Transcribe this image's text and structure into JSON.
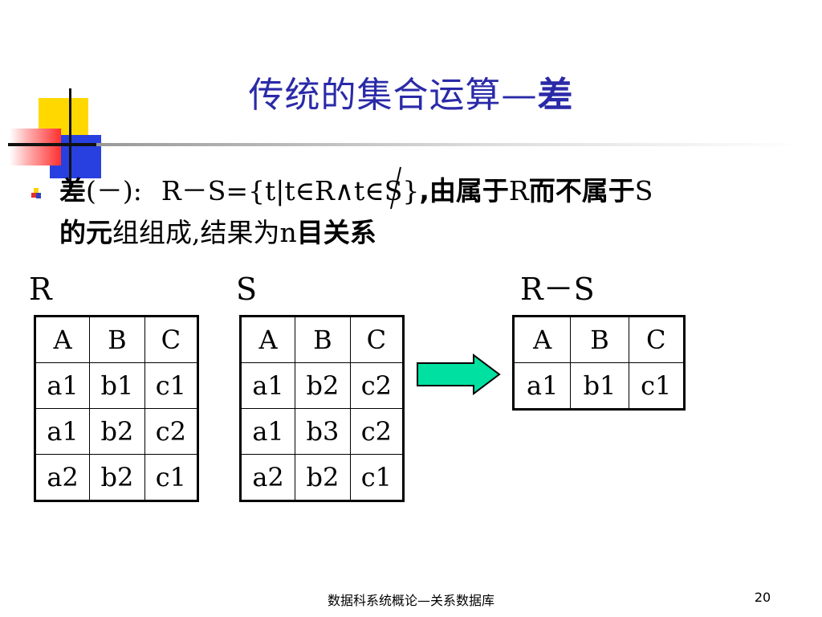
{
  "slide": {
    "title_main": "传统的集合运算—",
    "title_bold": "差",
    "bullet": {
      "term": "差",
      "symbol": "(－):",
      "formula_pre": "R－S={t|t∈R∧t∈",
      "formula_negated": "S",
      "formula_post": "}",
      "desc1": ",由属于",
      "r": "R",
      "desc2": "而不属于",
      "s": "S",
      "line2_a": "的元",
      "line2_b": "组组成,结果为",
      "n": "n",
      "line2_c": "目关系"
    },
    "labels": {
      "r": "R",
      "s": "S",
      "result": "R－S"
    },
    "table_r": {
      "headers": [
        "A",
        "B",
        "C"
      ],
      "rows": [
        [
          "a1",
          "b1",
          "c1"
        ],
        [
          "a1",
          "b2",
          "c2"
        ],
        [
          "a2",
          "b2",
          "c1"
        ]
      ]
    },
    "table_s": {
      "headers": [
        "A",
        "B",
        "C"
      ],
      "rows": [
        [
          "a1",
          "b2",
          "c2"
        ],
        [
          "a1",
          "b3",
          "c2"
        ],
        [
          "a2",
          "b2",
          "c1"
        ]
      ]
    },
    "table_result": {
      "headers": [
        "A",
        "B",
        "C"
      ],
      "rows": [
        [
          "a1",
          "b1",
          "c1"
        ]
      ]
    },
    "footer": "数据科系统概论—关系数据库",
    "page_number": "20",
    "colors": {
      "title": "#2a2aa8",
      "arrow_fill": "#00e0a0",
      "deco_yellow": "#ffd800",
      "deco_blue": "#2840e0",
      "deco_red": "#ff3030"
    }
  }
}
